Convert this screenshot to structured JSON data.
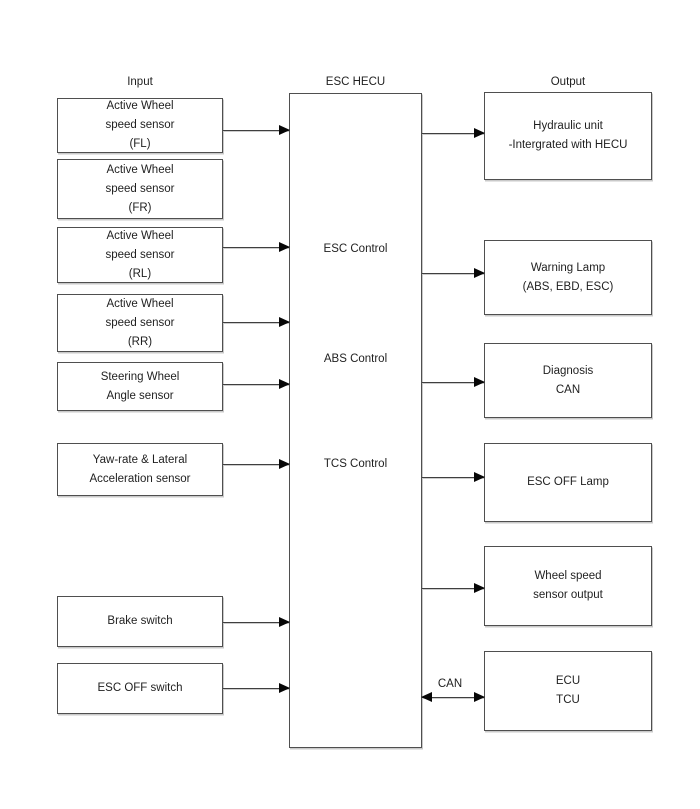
{
  "headers": {
    "input": "Input",
    "center": "ESC HECU",
    "output": "Output"
  },
  "inputs": [
    {
      "id": "wheel-speed-fl",
      "text": "Active Wheel\nspeed sensor\n(FL)"
    },
    {
      "id": "wheel-speed-fr",
      "text": "Active Wheel\nspeed sensor\n(FR)"
    },
    {
      "id": "wheel-speed-rl",
      "text": "Active Wheel\nspeed sensor\n(RL)"
    },
    {
      "id": "wheel-speed-rr",
      "text": "Active Wheel\nspeed sensor\n(RR)"
    },
    {
      "id": "steering-angle",
      "text": "Steering Wheel\nAngle sensor"
    },
    {
      "id": "yaw-lateral",
      "text": "Yaw-rate & Lateral\nAcceleration sensor"
    },
    {
      "id": "brake-switch",
      "text": "Brake switch"
    },
    {
      "id": "esc-off-switch",
      "text": "ESC OFF switch"
    }
  ],
  "controller": {
    "functions": [
      "ESC Control",
      "ABS Control",
      "TCS Control"
    ]
  },
  "outputs": [
    {
      "id": "hydraulic-unit",
      "text": "Hydraulic unit\n-Intergrated with HECU"
    },
    {
      "id": "warning-lamp",
      "text": "Warning Lamp\n(ABS, EBD, ESC)"
    },
    {
      "id": "diagnosis-can",
      "text": "Diagnosis\nCAN"
    },
    {
      "id": "esc-off-lamp",
      "text": "ESC OFF Lamp"
    },
    {
      "id": "wheel-speed-output",
      "text": "Wheel speed\nsensor output"
    },
    {
      "id": "ecu-tcu",
      "text": "ECU\nTCU"
    }
  ],
  "bus": {
    "label": "CAN"
  },
  "connections": {
    "inputs_to_hecu": [
      "wheel-speed-fl",
      "wheel-speed-rl",
      "wheel-speed-rr",
      "steering-angle",
      "yaw-lateral",
      "brake-switch",
      "esc-off-switch"
    ],
    "hecu_to_outputs": [
      "hydraulic-unit",
      "warning-lamp",
      "diagnosis-can",
      "esc-off-lamp",
      "wheel-speed-output"
    ],
    "bidirectional": [
      {
        "between": [
          "esc-hecu",
          "ecu-tcu"
        ],
        "label": "CAN"
      }
    ]
  },
  "colors": {
    "background": "#ffffff",
    "box_border": "#4f4f4f",
    "line": "#3f3f3f",
    "arrowhead": "#070707",
    "text": "#1f1f1f",
    "shadow": "#c9c9c9"
  }
}
